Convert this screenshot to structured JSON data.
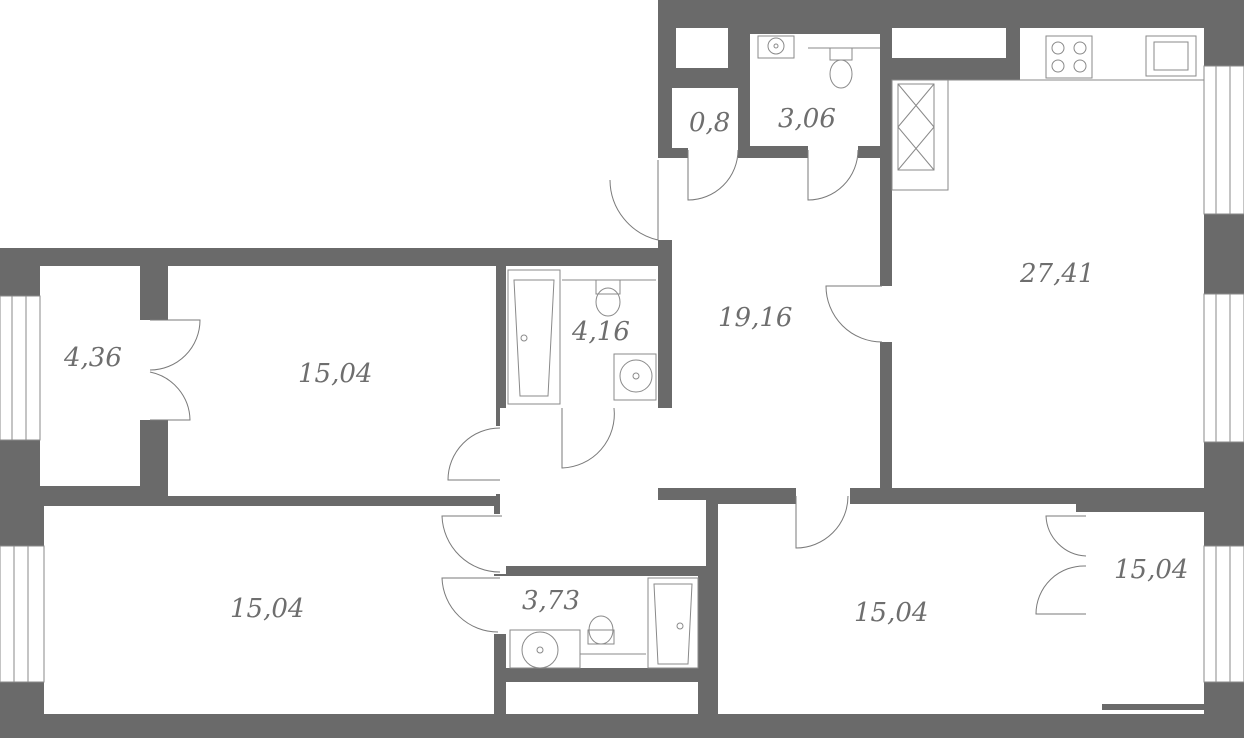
{
  "plan": {
    "colors": {
      "wall": "#6a6a6a",
      "room": "#ffffff",
      "label": "#6e6e6e"
    },
    "rooms": [
      {
        "id": "storage",
        "area": "0,8"
      },
      {
        "id": "wc-top",
        "area": "3,06"
      },
      {
        "id": "kitchen-living",
        "area": "27,41"
      },
      {
        "id": "dressing-left",
        "area": "4,36"
      },
      {
        "id": "bedroom-top-left",
        "area": "15,04"
      },
      {
        "id": "bathroom-middle",
        "area": "4,16"
      },
      {
        "id": "hall",
        "area": "19,16"
      },
      {
        "id": "bedroom-bottom-left",
        "area": "15,04"
      },
      {
        "id": "bathroom-bottom",
        "area": "3,73"
      },
      {
        "id": "bedroom-bottom-right",
        "area": "15,04"
      },
      {
        "id": "dressing-right",
        "area": "15,04"
      }
    ]
  }
}
